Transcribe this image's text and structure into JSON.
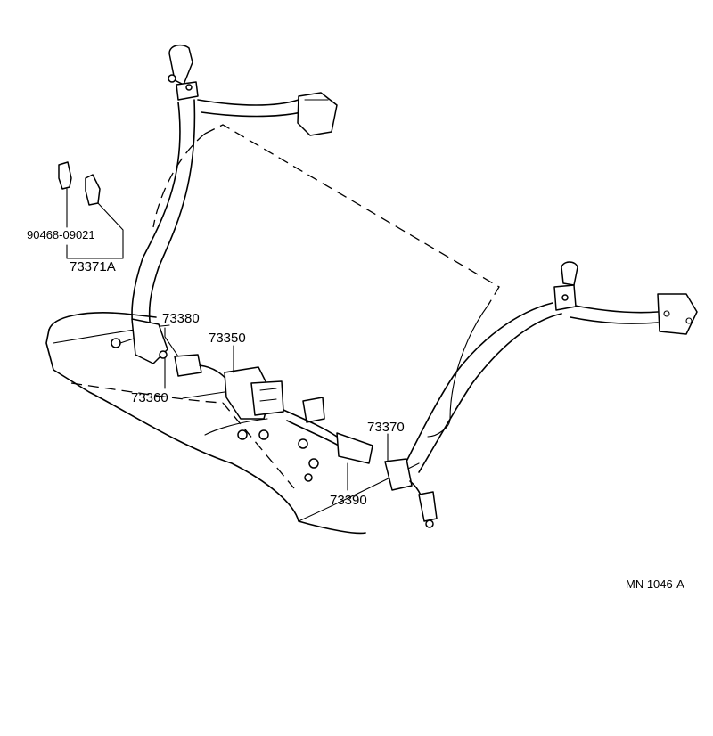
{
  "labels": {
    "clip_part": "90468-09021",
    "clip_assembly": "73371A",
    "buckle_left": "73380",
    "buckle_center": "73350",
    "belt_left_lower": "73360",
    "belt_right": "73370",
    "buckle_right": "73390"
  },
  "diagram_code": "MN 1046-A"
}
